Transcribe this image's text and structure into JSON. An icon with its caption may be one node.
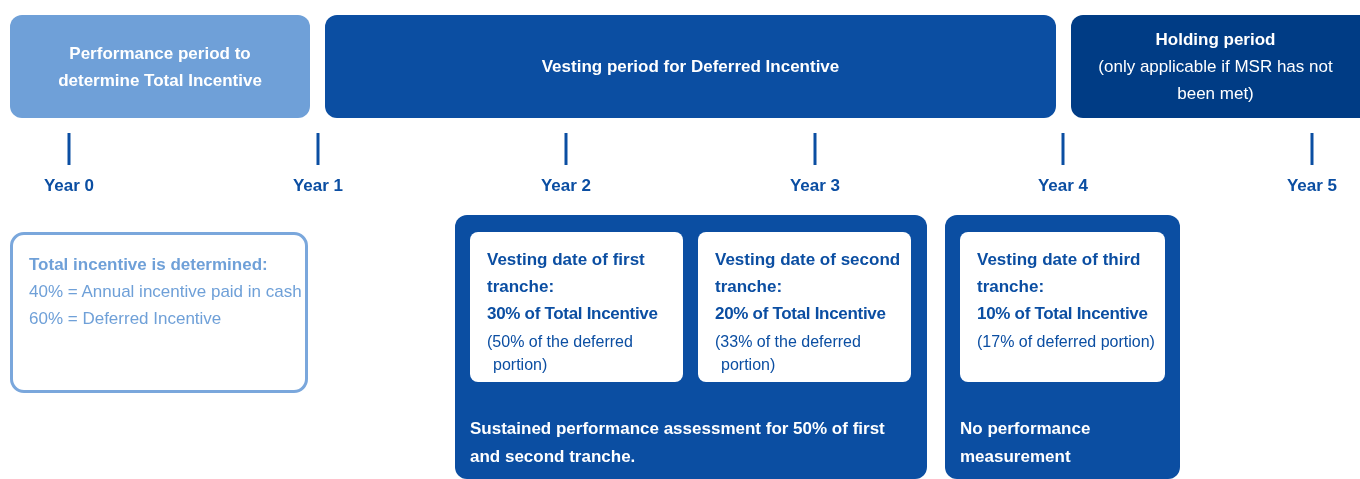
{
  "diagram": {
    "nodes": [
      {
        "text": [
          "Performance period to determine Total Incentive"
        ]
      },
      {
        "text": [
          "Vesting period for Deferred Incentive"
        ]
      },
      {
        "text": [
          "Holding period",
          "(only applicable if MSR has not been met)"
        ]
      },
      {
        "text": [
          "Total incentive is determined:",
          "40% = Annual incentive paid in cash",
          "60% = Deferred Incentive"
        ]
      },
      {
        "text": [
          "Sustained performance assessment for 50% of first and second tranche."
        ]
      },
      {
        "text": [
          "Vesting date of first tranche:",
          "30% of Total Incentive",
          "(50% of the deferred portion)"
        ],
        "in": 4
      },
      {
        "text": [
          "Vesting date of second tranche:",
          "20% of Total Incentive",
          "(33% of the deferred portion)"
        ],
        "in": 4
      },
      {
        "text": [
          "No performance measurement"
        ]
      },
      {
        "text": [
          "Vesting date of third tranche:",
          "10% of Total Incentive",
          "(17% of deferred portion)"
        ],
        "in": 7
      }
    ],
    "labels": [
      "Year 0",
      "Year 1",
      "Year 2",
      "Year 3",
      "Year 4",
      "Year 5"
    ]
  }
}
